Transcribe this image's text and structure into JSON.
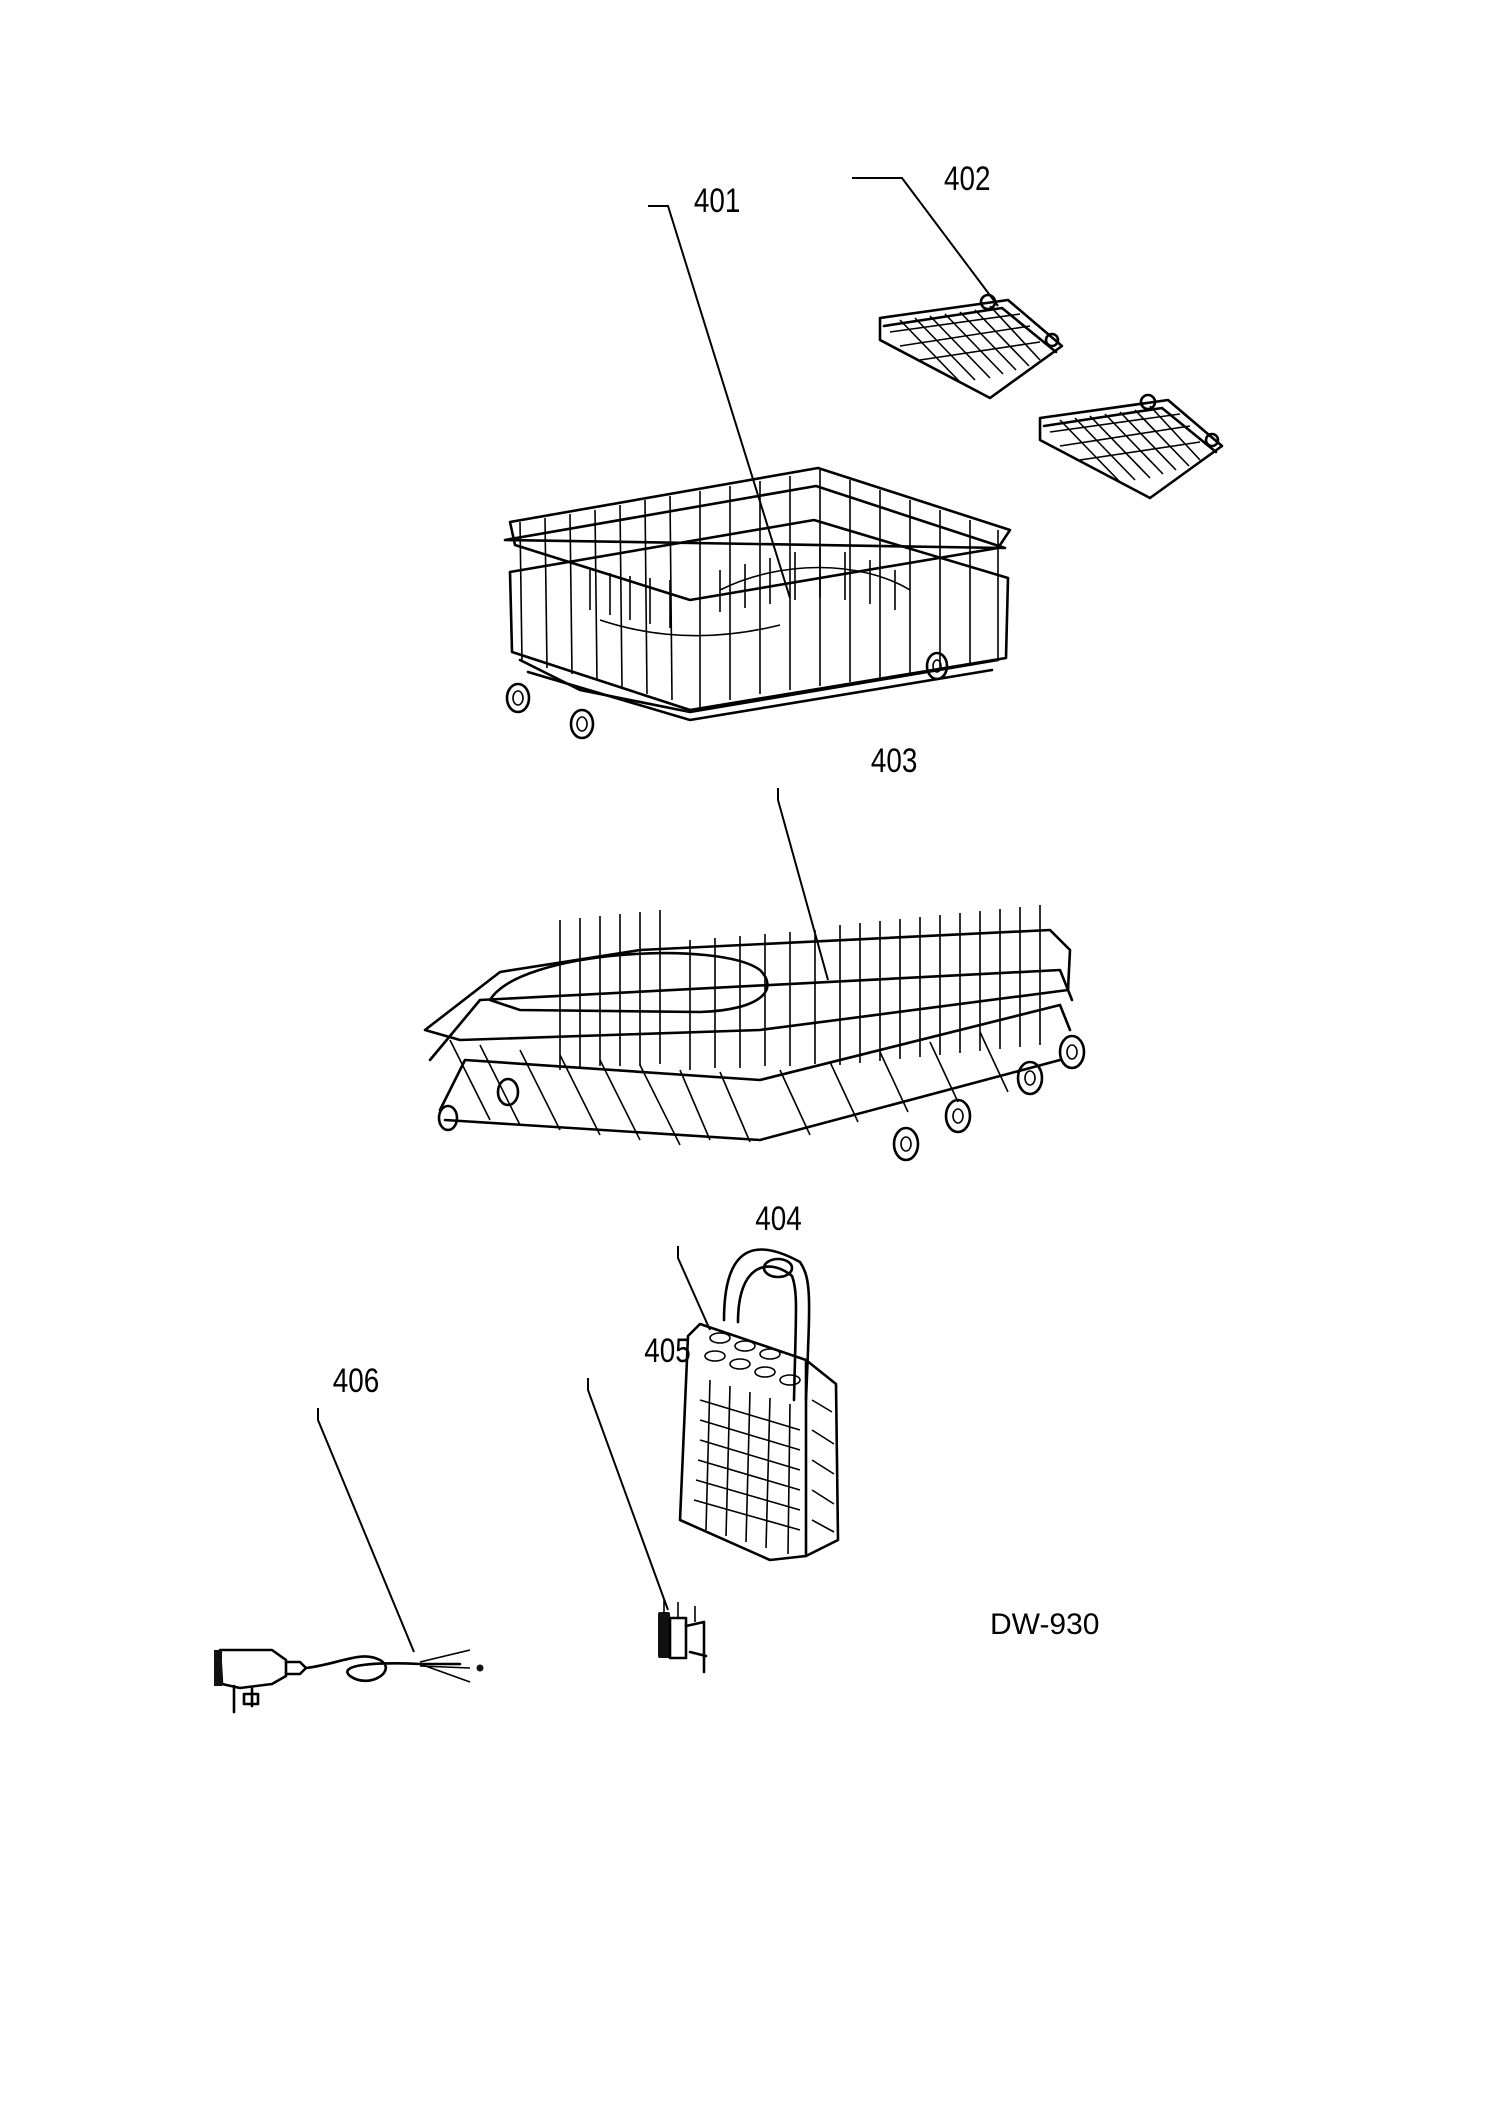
{
  "parts": [
    {
      "id": "rack-upper",
      "callout": "401"
    },
    {
      "id": "cup-shelf",
      "callout": "402"
    },
    {
      "id": "rack-lower",
      "callout": "403"
    },
    {
      "id": "cutlery-basket",
      "callout": "404"
    },
    {
      "id": "small-part",
      "callout": "405"
    },
    {
      "id": "power-cord",
      "callout": "406"
    }
  ],
  "model": "DW-930"
}
